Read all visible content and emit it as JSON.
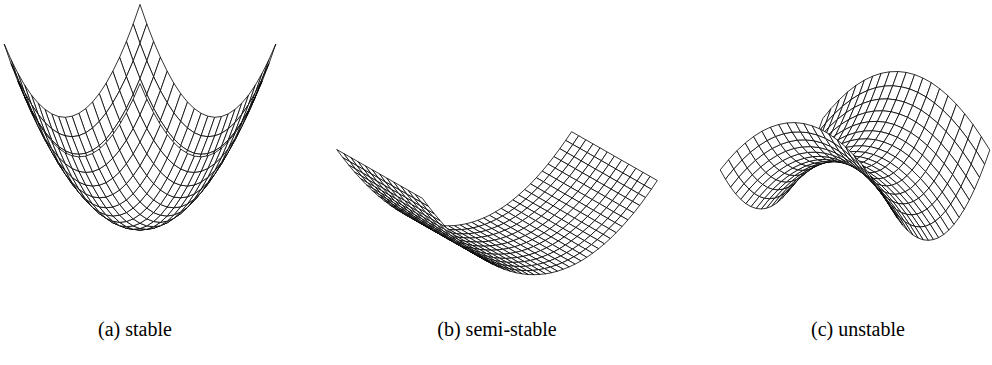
{
  "diagram": {
    "labels": [
      "(a) stable",
      "(b) semi-stable",
      "(c) unstable"
    ]
  }
}
